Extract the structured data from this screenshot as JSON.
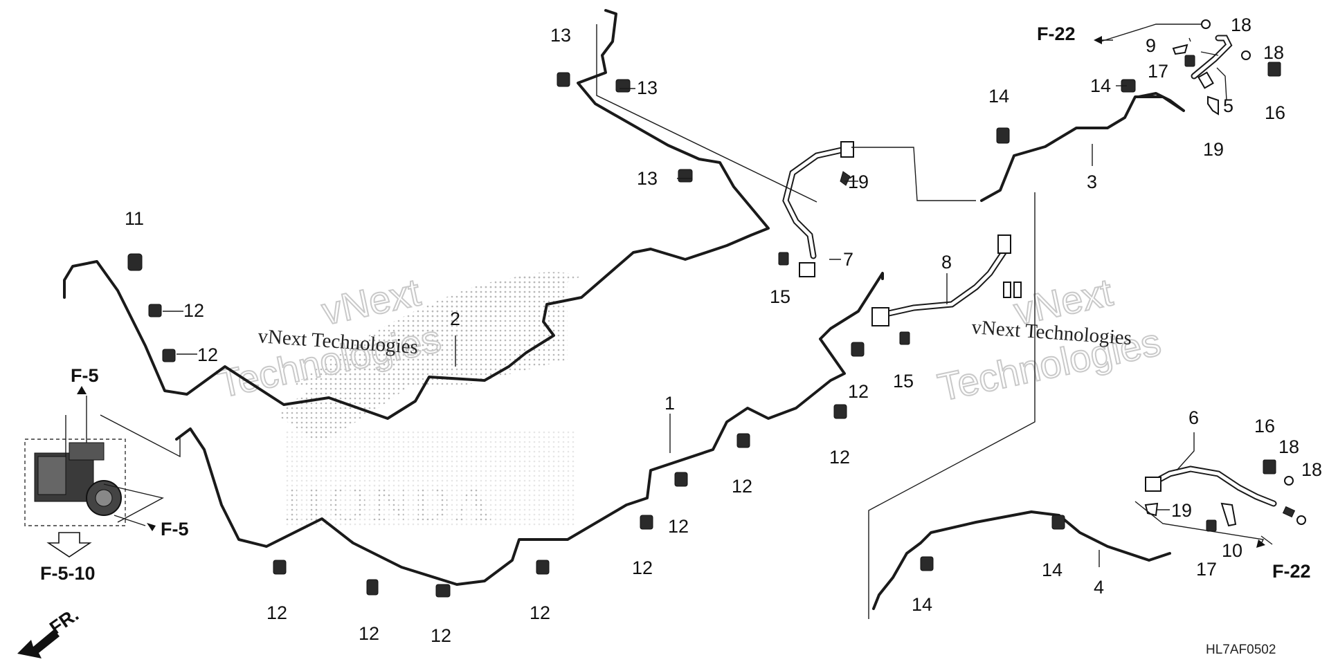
{
  "callouts": {
    "c1": "1",
    "c2": "2",
    "c3": "3",
    "c4": "4",
    "c5": "5",
    "c6": "6",
    "c7": "7",
    "c8": "8",
    "c9": "9",
    "c10": "10",
    "c11": "11",
    "c12": "12",
    "c13": "13",
    "c14": "14",
    "c15": "15",
    "c16": "16",
    "c17": "17",
    "c18": "18",
    "c19": "19"
  },
  "references": {
    "f22": "F-22",
    "f5": "F-5",
    "f5_10": "F-5-10",
    "fr": "FR."
  },
  "watermark": {
    "brand": "vNext",
    "line": "vNext Technologies",
    "word": "Technologies",
    "logo": "HONDA"
  },
  "diagram_code": "HL7AF0502",
  "icons": [
    "brake-pipe",
    "brake-hose",
    "pipe-clip",
    "abs-modulator",
    "bolt",
    "washer",
    "front-arrow"
  ]
}
